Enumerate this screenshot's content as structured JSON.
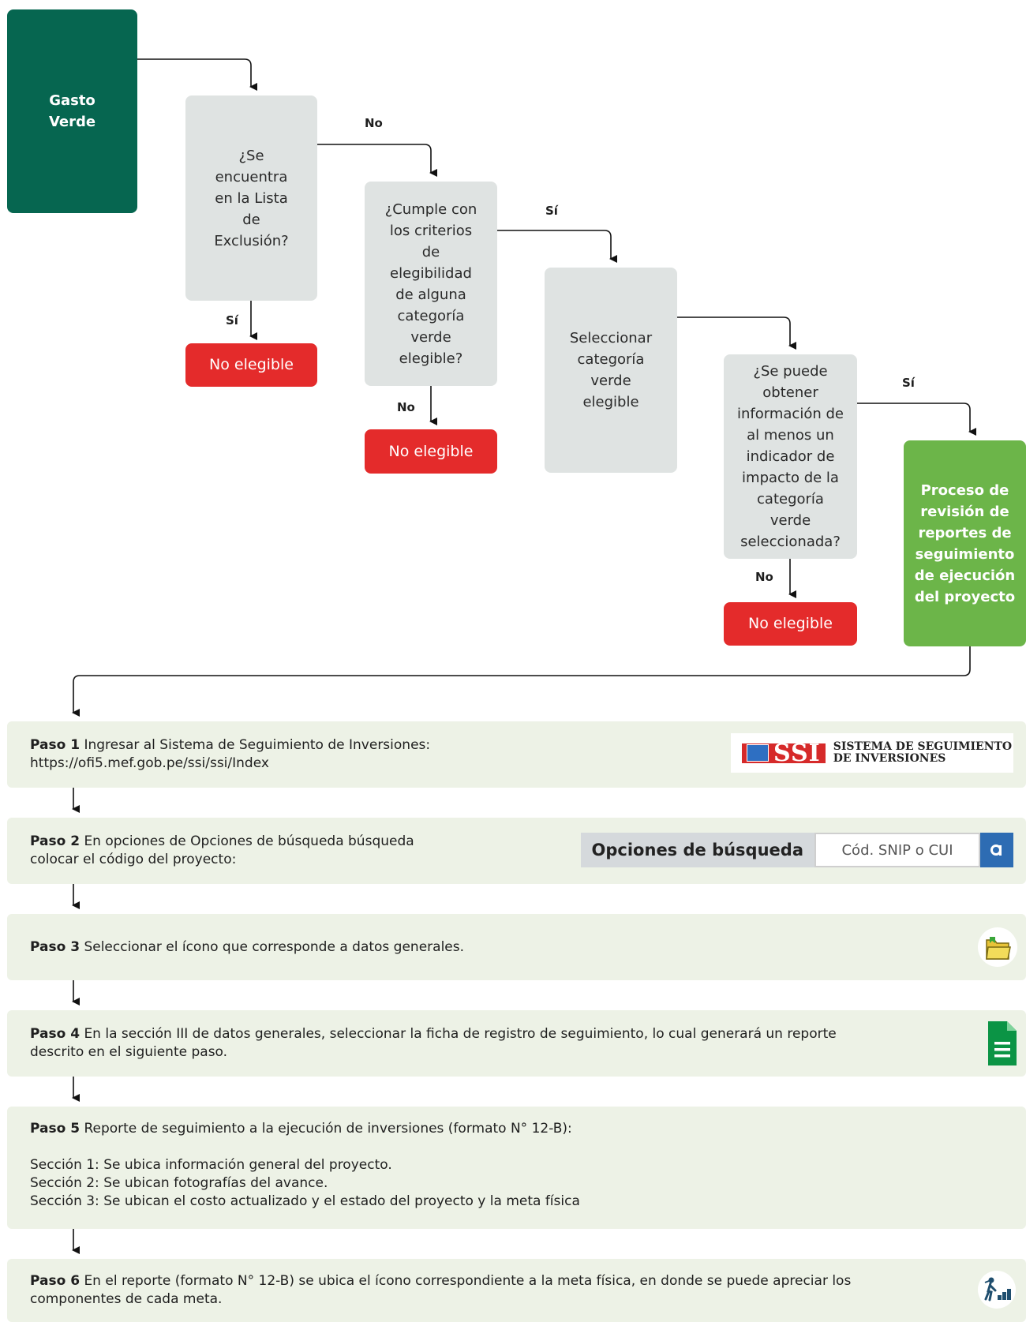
{
  "start": {
    "label_line1": "Gasto",
    "label_line2": "Verde"
  },
  "nodes": {
    "q_exclusion": "¿Se encuentra en la Lista de Exclusión?",
    "q_criteria": "¿Cumple con los criterios de elegibilidad de alguna categoría verde elegible?",
    "select_category": "Seleccionar categoría verde elegible",
    "q_impact": "¿Se puede obtener información de al menos un indicador de impacto de la categoría verde seleccionada?",
    "review_process": "Proceso de revisión de reportes de seguimiento de ejecución del proyecto",
    "not_eligible": "No elegible"
  },
  "edge_labels": {
    "no": "No",
    "yes": "Sí"
  },
  "steps": [
    {
      "label": "Paso 1",
      "text": "Ingresar al Sistema de Seguimiento de Inversiones:",
      "text2": "https://ofi5.mef.gob.pe/ssi/ssi/Index"
    },
    {
      "label": "Paso 2",
      "text": "En opciones de Opciones de búsqueda búsqueda",
      "text2": "colocar el código del proyecto:"
    },
    {
      "label": "Paso 3",
      "text": "Seleccionar el ícono que corresponde a datos generales."
    },
    {
      "label": "Paso 4",
      "text": "En la sección III de datos generales, seleccionar la ficha de registro de seguimiento, lo cual generará un reporte",
      "text2": "descrito en el siguiente paso."
    },
    {
      "label": "Paso 5",
      "text": "Reporte de seguimiento a la ejecución de inversiones (formato N° 12-B):",
      "lines": [
        "Sección 1: Se ubica información general del proyecto.",
        "Sección 2: Se ubican fotografías del avance.",
        "Sección 3: Se ubican el costo actualizado y el estado del proyecto y la meta física"
      ]
    },
    {
      "label": "Paso 6",
      "text": "En el reporte (formato N° 12-B) se ubica el ícono correspondiente a la meta física, en donde se puede apreciar los",
      "text2": "componentes de cada meta."
    }
  ],
  "ssi": {
    "badge": "SSI",
    "name_line1": "SISTEMA DE SEGUIMIENTO",
    "name_line2": "DE INVERSIONES"
  },
  "search": {
    "label": "Opciones de búsqueda",
    "placeholder": "Cód. SNIP o CUI"
  },
  "icons": {
    "folder": "folder-icon",
    "document": "document-icon",
    "meta": "meta-fisica-icon"
  },
  "colors": {
    "teal": "#066650",
    "gray": "#dfe3e2",
    "red": "#e42b2b",
    "lime": "#6cb549",
    "step_bg": "#edf2e6"
  }
}
